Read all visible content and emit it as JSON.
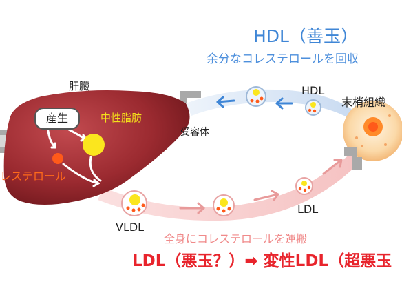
{
  "hdl_title": "HDL（善玉）",
  "hdl_subtitle": "余分なコレステロールを回収",
  "liver_label": "肝臓",
  "produce_label": "産生",
  "triglyceride_label": "中性脂肪",
  "cholesterol_label": "レステロール",
  "receptor_label": "受容体",
  "hdl_particle_label": "HDL",
  "tissue_label": "末梢組織",
  "vldl_label": "VLDL",
  "ldl_particle_label": "LDL",
  "transport_label": "全身にコレステロールを運搬",
  "bottom_text": "LDL（悪玉？）➡ 変性LDL（超悪玉",
  "colors": {
    "liver": "#9b2a30",
    "hdl_path": "#d6e4f5",
    "ldl_path": "#f8cfcf",
    "hdl_text": "#3f86d6",
    "ldl_arrow": "#e89a9a",
    "triglyceride": "#fbe61e",
    "cholesterol": "#ff5a1a",
    "warning": "#e8242c"
  }
}
